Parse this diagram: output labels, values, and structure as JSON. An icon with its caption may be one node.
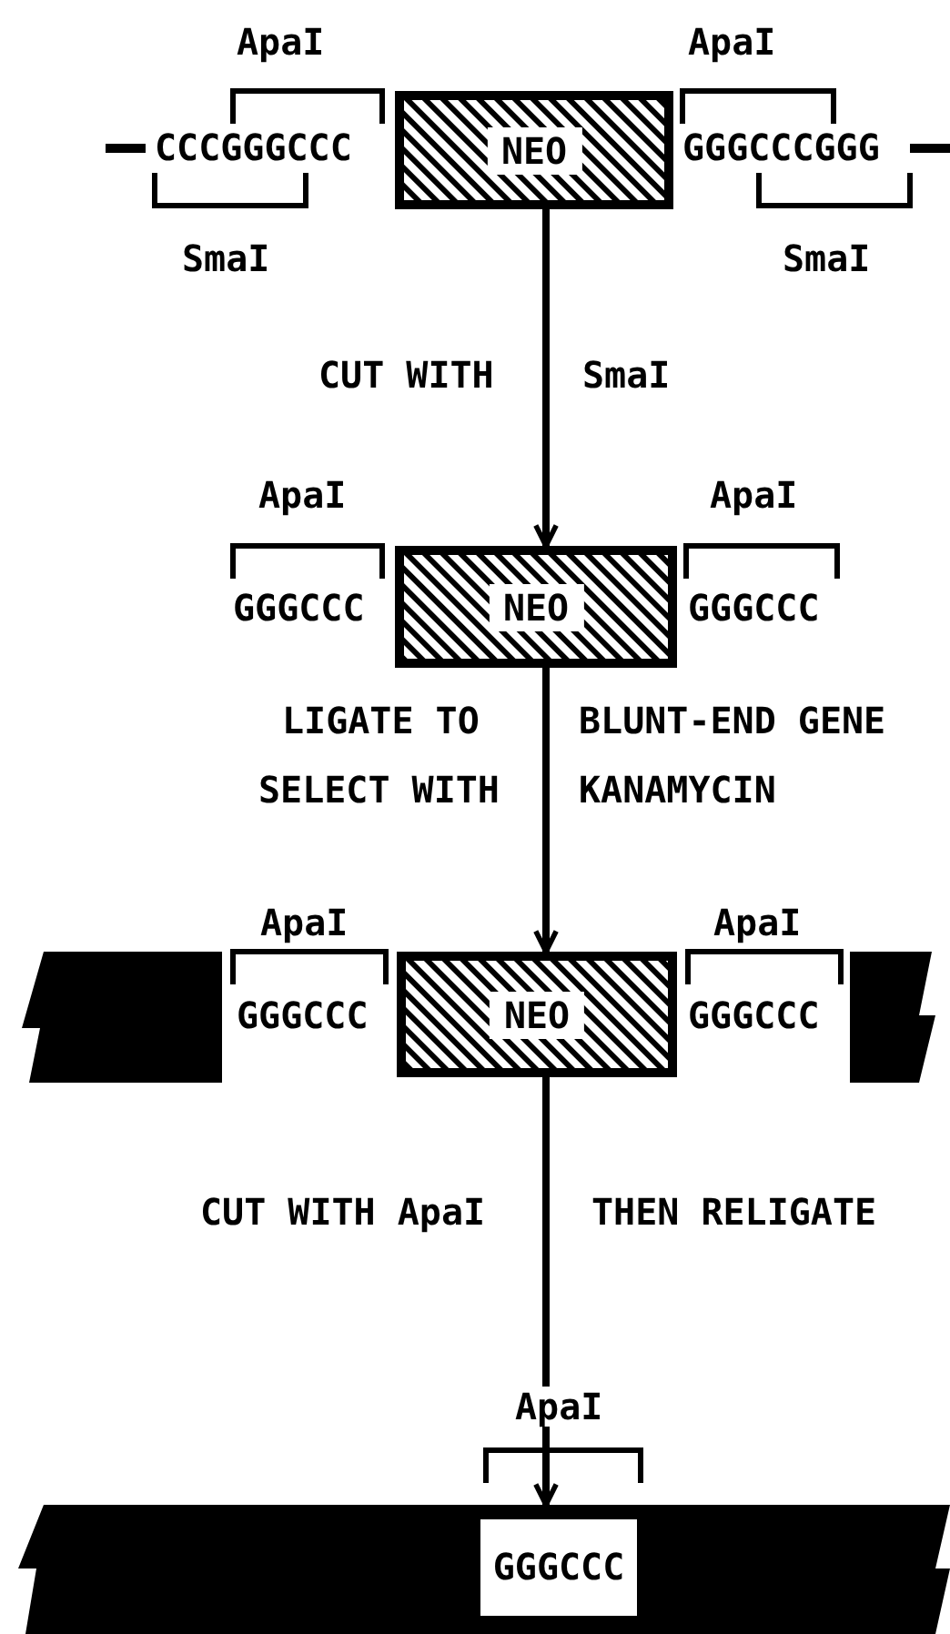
{
  "diagram": {
    "nodes": [
      {
        "text": [
          "NEO"
        ]
      },
      {
        "text": [
          "NEO"
        ]
      },
      {
        "text": [
          "NEO"
        ]
      },
      {
        "text": [],
        "shape": "bar"
      },
      {
        "text": [
          "GGGCCC"
        ],
        "in": 3
      }
    ],
    "edges": [
      {
        "from": 0,
        "to": 1,
        "arrow": "to"
      },
      {
        "from": 1,
        "to": 2,
        "arrow": "to"
      },
      {
        "from": 2,
        "to": 3,
        "arrow": "to"
      }
    ],
    "labels": [
      "ApaI",
      "ApaI",
      "CCCGGGCCC",
      "GGGCCCGGG",
      "SmaI",
      "SmaI",
      "CUT WITH",
      "SmaI",
      "ApaI",
      "ApaI",
      "GGGCCC",
      "GGGCCC",
      "LIGATE TO",
      "BLUNT-END GENE",
      "SELECT WITH",
      "KANAMYCIN",
      "ApaI",
      "ApaI",
      "GGGCCC",
      "GGGCCC",
      "CUT WITH ApaI",
      "THEN RELIGATE",
      "ApaI"
    ]
  }
}
